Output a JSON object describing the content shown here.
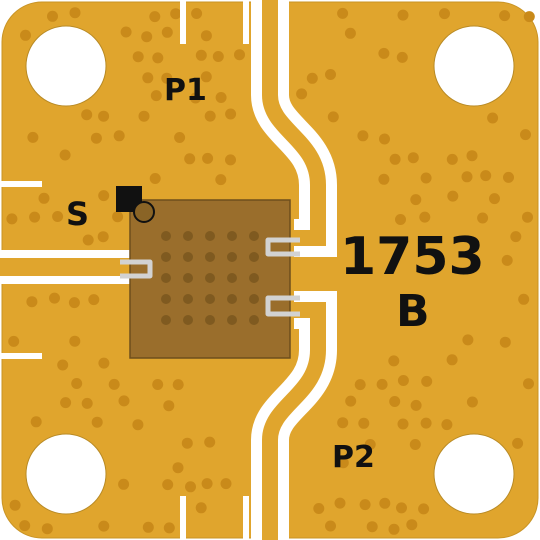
{
  "labels": {
    "port1": "P1",
    "port2": "P2",
    "signal": "S",
    "part_number": "1753",
    "revision": "B"
  },
  "colors": {
    "substrate": "#e0a52d",
    "via": "#c98a1a",
    "background": "#ffffff",
    "die": "#9a6e2c",
    "die_border": "#6e4e1c",
    "die_via": "#7f5a20",
    "pad": "#d2d2d2",
    "marker": "#111111"
  },
  "components": {
    "mounting_holes": 4,
    "die_via_grid": "5x5",
    "rf_ports": [
      "P1",
      "P2"
    ]
  }
}
